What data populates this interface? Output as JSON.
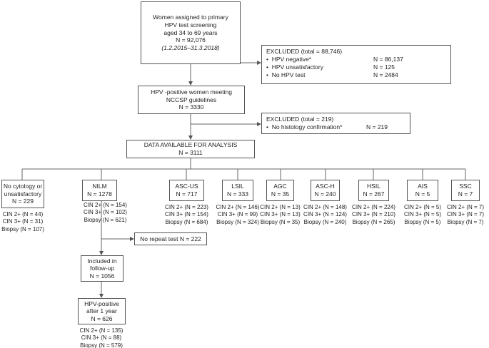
{
  "top": {
    "l1": "Women assigned to primary",
    "l2": "HPV test screening",
    "l3": "aged 34 to 69 years",
    "l4": "N = 92,076",
    "l5": "(1.2.2015–31.3.2018)"
  },
  "excluded1": {
    "title": "EXCLUDED (total = 88,746)",
    "items": [
      {
        "label": "HPV negative*",
        "value": "N = 86,137"
      },
      {
        "label": "HPV unsatisfactory",
        "value": "N = 125"
      },
      {
        "label": "No HPV test",
        "value": "N = 2484"
      }
    ]
  },
  "hpvpos": {
    "l1": "HPV -positive women meeting",
    "l2": "NCCSP guidelines",
    "l3": "N = 3330"
  },
  "excluded2": {
    "title": "EXCLUDED (total = 219)",
    "items": [
      {
        "label": "No histology confirmation*",
        "value": "N = 219"
      }
    ]
  },
  "data": {
    "l1": "DATA AVAILABLE FOR ANALYSIS",
    "l2": "N = 3111"
  },
  "categories": [
    {
      "name": "No cytology or unsatisfactory",
      "n": "N = 229",
      "cin2": "CIN 2+ (N = 44)",
      "cin3": "CIN 3+ (N = 31)",
      "biopsy": "Biopsy (N = 107)"
    },
    {
      "name": "NILM",
      "n": "N = 1278",
      "cin2": "CIN 2+ (N = 154)",
      "cin3": "CIN 3+ (N = 102)",
      "biopsy": "Biopsy (N = 621)"
    },
    {
      "name": "ASC-US",
      "n": "N = 717",
      "cin2": "CIN 2+ (N = 223)",
      "cin3": "CIN 3+ (N = 154)",
      "biopsy": "Biopsy (N = 684)"
    },
    {
      "name": "LSIL",
      "n": "N = 333",
      "cin2": "CIN 2+ (N = 146)",
      "cin3": "CIN 3+ (N = 99)",
      "biopsy": "Biopsy (N = 324)"
    },
    {
      "name": "AGC",
      "n": "N = 35",
      "cin2": "CIN 2+ (N = 13)",
      "cin3": "CIN 3+ (N = 13)",
      "biopsy": "Biopsy (N = 35)"
    },
    {
      "name": "ASC-H",
      "n": "N = 240",
      "cin2": "CIN 2+ (N = 148)",
      "cin3": "CIN 3+ (N = 124)",
      "biopsy": "Biopsy (N = 240)"
    },
    {
      "name": "HSIL",
      "n": "N = 267",
      "cin2": "CIN 2+ (N = 224)",
      "cin3": "CIN 3+ (N = 210)",
      "biopsy": "Biopsy (N = 265)"
    },
    {
      "name": "AIS",
      "n": "N = 5",
      "cin2": "CIN 2+ (N = 5)",
      "cin3": "CIN 3+ (N = 5)",
      "biopsy": "Biopsy (N = 5)"
    },
    {
      "name": "SSC",
      "n": "N = 7",
      "cin2": "CIN 2+ (N = 7)",
      "cin3": "CIN 3+ (N = 7)",
      "biopsy": "Biopsy (N = 7)"
    }
  ],
  "norepeat": "No repeat test  N = 222",
  "followup": {
    "l1": "Included in",
    "l2": "follow-up",
    "l3": "N = 1056"
  },
  "after1y": {
    "l1": "HPV-positive",
    "l2": "after 1 year",
    "l3": "N = 626",
    "cin2": "CIN 2+ (N = 135)",
    "cin3": "CIN 3+ (N = 88)",
    "biopsy": "Biopsy (N = 579)"
  }
}
